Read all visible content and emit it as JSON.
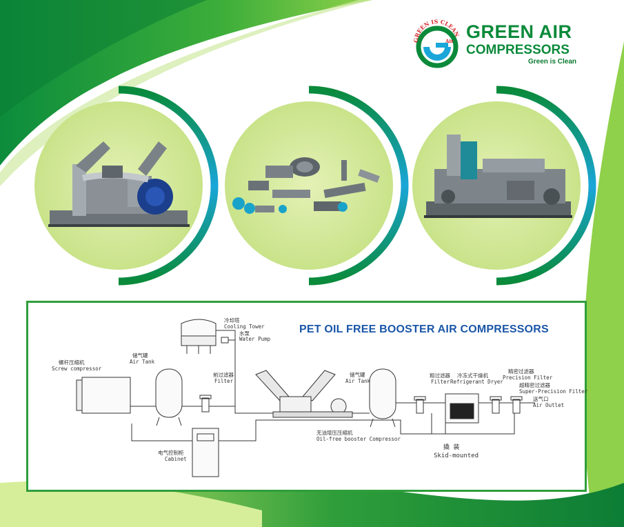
{
  "brand": {
    "name_line1": "GREEN AIR",
    "name_line2": "COMPRESSORS",
    "tagline": "Green is Clean",
    "emblem_arc_text": "GREEN IS CLEAN",
    "emblem_word": "Air",
    "colors": {
      "green": "#0a8a3a",
      "blue": "#1aa6d9",
      "red": "#d6262b"
    }
  },
  "product_photos": [
    {
      "label": "booster-compressor-skid"
    },
    {
      "label": "compressor-spare-parts"
    },
    {
      "label": "compressor-unit-with-tanks"
    }
  ],
  "diagram": {
    "title": "PET OIL FREE BOOSTER AIR COMPRESSORS",
    "labels": {
      "cooling_tower_cn": "冷却塔",
      "cooling_tower": "Cooling Tower",
      "water_pump_cn": "水泵",
      "water_pump": "Water Pump",
      "screw_compressor_cn": "螺杆压缩机",
      "screw_compressor": "Screw compressor",
      "air_tank1_cn": "储气罐",
      "air_tank1": "Air Tank",
      "filter1_cn": "前过滤器",
      "filter1": "Filter",
      "booster_cn": "无油增压压缩机",
      "booster": "Oil-free booster Compressor",
      "cabinet_cn": "电气控制柜",
      "cabinet": "Cabinet",
      "air_tank2_cn": "储气罐",
      "air_tank2": "Air Tank",
      "filter2_cn": "粗过滤器",
      "filter2": "Filter",
      "dryer_cn": "冷冻式干燥机",
      "dryer": "Refrigerant Dryer",
      "precision_cn": "精密过滤器",
      "precision": "Precision Filter",
      "super_cn": "超精密过滤器",
      "super": "Super-Precision Filter",
      "outlet_cn": "送气口",
      "outlet": "Air Outlet",
      "skid_cn": "撬 装",
      "skid": "Skid-mounted"
    }
  }
}
